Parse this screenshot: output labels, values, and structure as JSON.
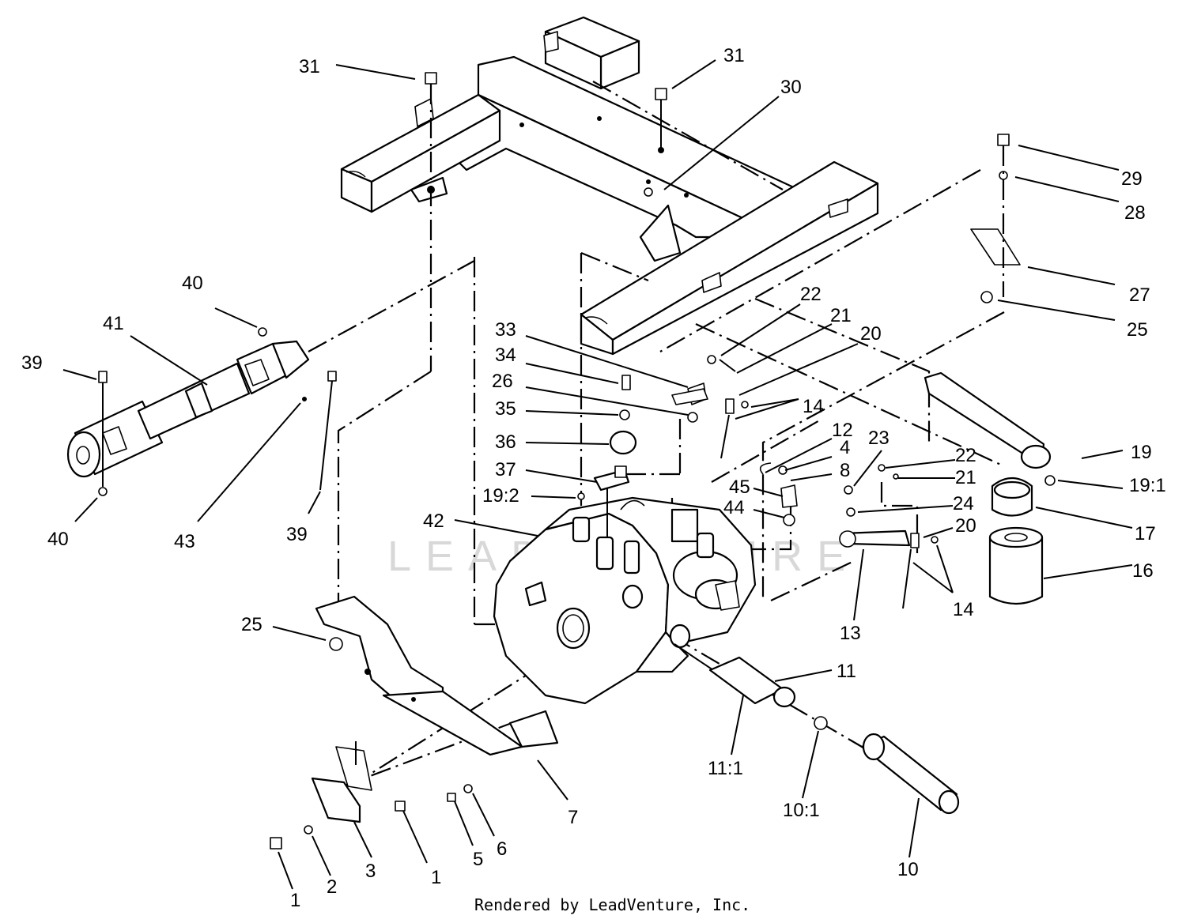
{
  "footer": "Rendered by LeadVenture, Inc.",
  "watermark": "LEADVENTURE",
  "callouts": {
    "c31a": "31",
    "c31b": "31",
    "c30": "30",
    "c29": "29",
    "c28": "28",
    "c27": "27",
    "c25a": "25",
    "c22a": "22",
    "c21a": "21",
    "c20a": "20",
    "c14a": "14",
    "c33": "33",
    "c34": "34",
    "c26": "26",
    "c35": "35",
    "c36": "36",
    "c37": "37",
    "c19_2": "19:2",
    "c42": "42",
    "c40a": "40",
    "c41": "41",
    "c39a": "39",
    "c40b": "40",
    "c43": "43",
    "c39b": "39",
    "c12": "12",
    "c4": "4",
    "c8": "8",
    "c45": "45",
    "c44": "44",
    "c23": "23",
    "c22b": "22",
    "c21b": "21",
    "c24": "24",
    "c20b": "20",
    "c14b": "14",
    "c13": "13",
    "c19": "19",
    "c19_1": "19:1",
    "c17": "17",
    "c16": "16",
    "c25b": "25",
    "c11": "11",
    "c11_1": "11:1",
    "c10_1": "10:1",
    "c10": "10",
    "c7": "7",
    "c6": "6",
    "c5": "5",
    "c1a": "1",
    "c3": "3",
    "c2": "2",
    "c1b": "1"
  }
}
